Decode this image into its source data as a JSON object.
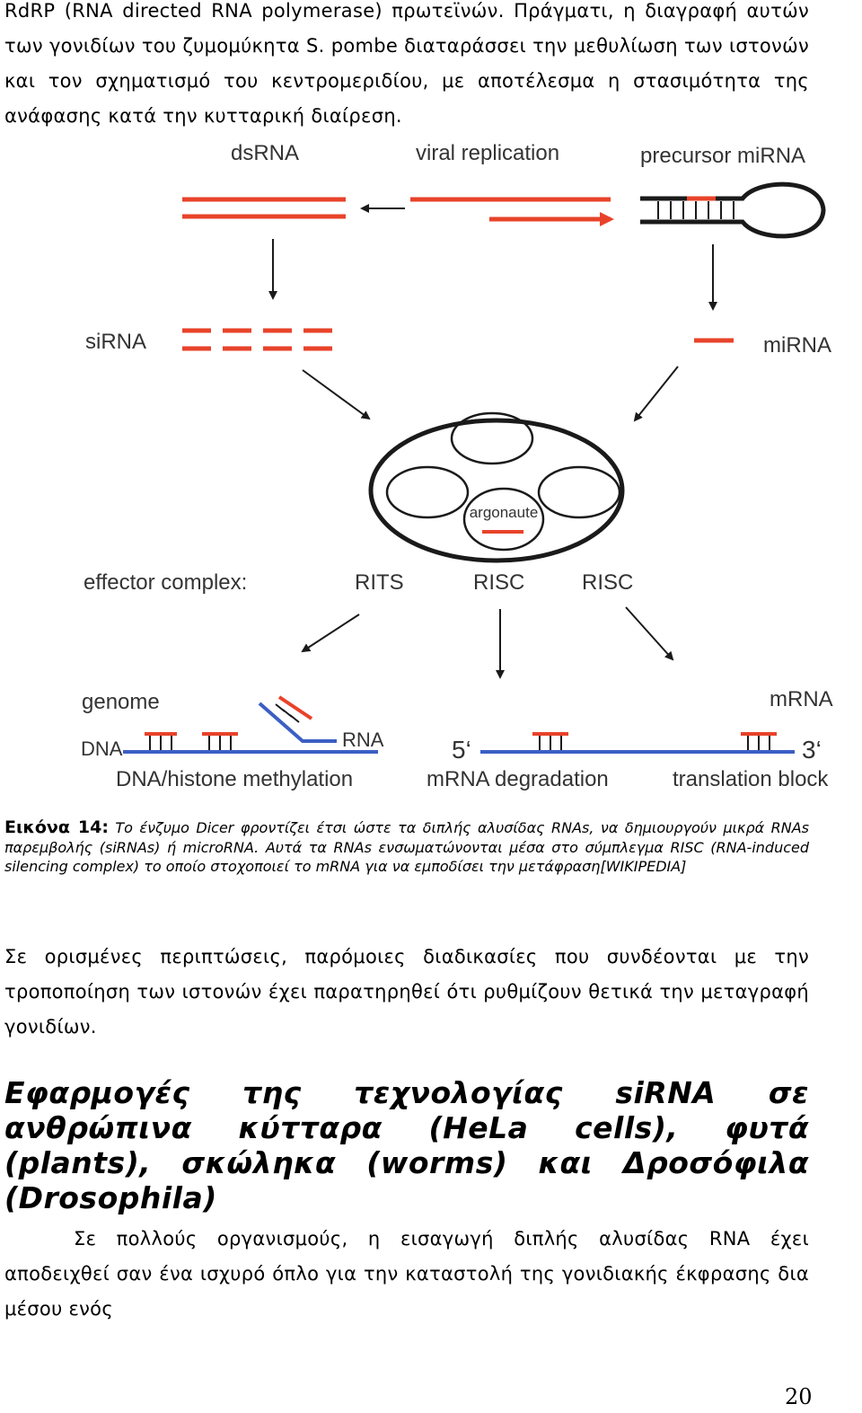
{
  "paragraphs": {
    "intro": "RdRP (RNA directed RNA polymerase) πρωτεϊνών. Πράγματι, η διαγραφή αυτών των γονιδίων του ζυμομύκητα S. pombe διαταράσσει την μεθυλίωση των ιστονών και τον σχηματισμό του κεντρομεριδίου, με αποτέλεσμα η στασιμότητα της ανάφασης κατά την κυτταρική διαίρεση.",
    "body": "Σε ορισμένες περιπτώσεις, παρόμοιες διαδικασίες που συνδέονται με την τροποποίηση των ιστονών έχει παρατηρηθεί ότι ρυθμίζουν θετικά την μεταγραφή γονιδίων.",
    "last": "Σε πολλούς οργανισμούς, η εισαγωγή διπλής αλυσίδας RNA έχει αποδειχθεί σαν ένα ισχυρό όπλο για την καταστολή της γονιδιακής έκφρασης δια μέσου ενός"
  },
  "figure": {
    "labels": {
      "dsrna": "dsRNA",
      "viral_replication": "viral replication",
      "precursor_mirna": "precursor miRNA",
      "sirna": "siRNA",
      "mirna": "miRNA",
      "argonaute": "argonaute",
      "effector_complex": "effector complex:",
      "rits": "RITS",
      "risc_1": "RISC",
      "risc_2": "RISC",
      "genome": "genome",
      "mrna": "mRNA",
      "dna": "DNA",
      "rna": "RNA",
      "five_prime": "5‘",
      "three_prime": "3‘",
      "dna_histone_methylation": "DNA/histone methylation",
      "mrna_degradation": "mRNA degradation",
      "translation_block": "translation block"
    },
    "colors": {
      "rna": "#e8432a",
      "dna": "#3b5fc4",
      "ink": "#1a1a1a",
      "text": "#333333"
    }
  },
  "caption": {
    "label": "Εικόνα 14:",
    "text": "Το ένζυμο Dicer φροντίζει έτσι ώστε τα διπλής αλυσίδας RNAs, να δημιουργούν μικρά RNAs παρεμβολής (siRNAs) ή microRNA. Αυτά τα RNAs ενσωματώνονται μέσα στο σύμπλεγμα RISC (RNA-induced silencing complex) το οποίο στοχοποιεί το mRNA για να εμποδίσει την μετάφραση[WIKIPEDIA]"
  },
  "heading": "Εφαρμογές της τεχνολογίας siRNA σε ανθρώπινα κύτταρα (HeLa cells), φυτά (plants), σκώληκα (worms) και Δροσόφιλα (Drosophila)",
  "page_number": "20"
}
